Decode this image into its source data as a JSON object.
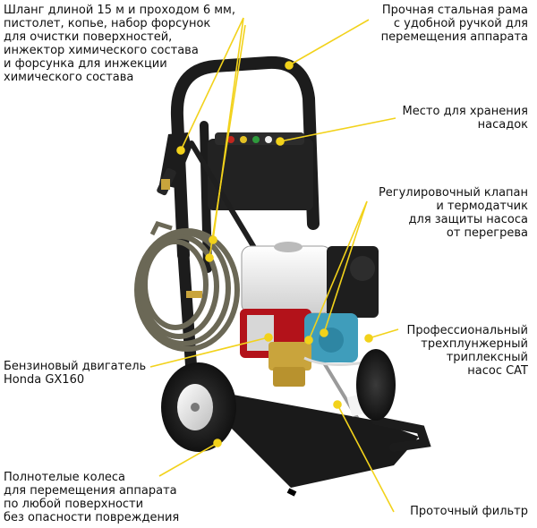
{
  "labels": {
    "hose": "Шланг длиной 15 м и проходом 6 мм,\nпистолет, копье, набор форсунок\nдля очистки поверхностей,\nинжектор химического состава\nи форсунка для инжекции\nхимического состава",
    "frame": "Прочная стальная рама\nс удобной ручкой для\nперемещения аппарата",
    "storage": "Место для хранения\nнасадок",
    "valve": "Регулировочный клапан\nи термодатчик\nдля защиты насоса\nот перегрева",
    "pump": "Профессиональный\nтрехплунжерный\nтриплексный\nнасос CAT",
    "engine": "Бензиновый двигатель\nHonda GX160",
    "wheels": "Полнотелые колеса\nдля перемещения аппарата\nпо любой поверхности\nбез опасности повреждения",
    "filter": "Проточный фильтр"
  },
  "colors": {
    "leader": "#f2d21b",
    "frame": "#1c1c1c",
    "hose": "#6b6856",
    "engine_white": "#f2f2f2",
    "engine_red": "#b3121a",
    "pump_blue": "#3f9dbb",
    "brass": "#c9a43c"
  }
}
